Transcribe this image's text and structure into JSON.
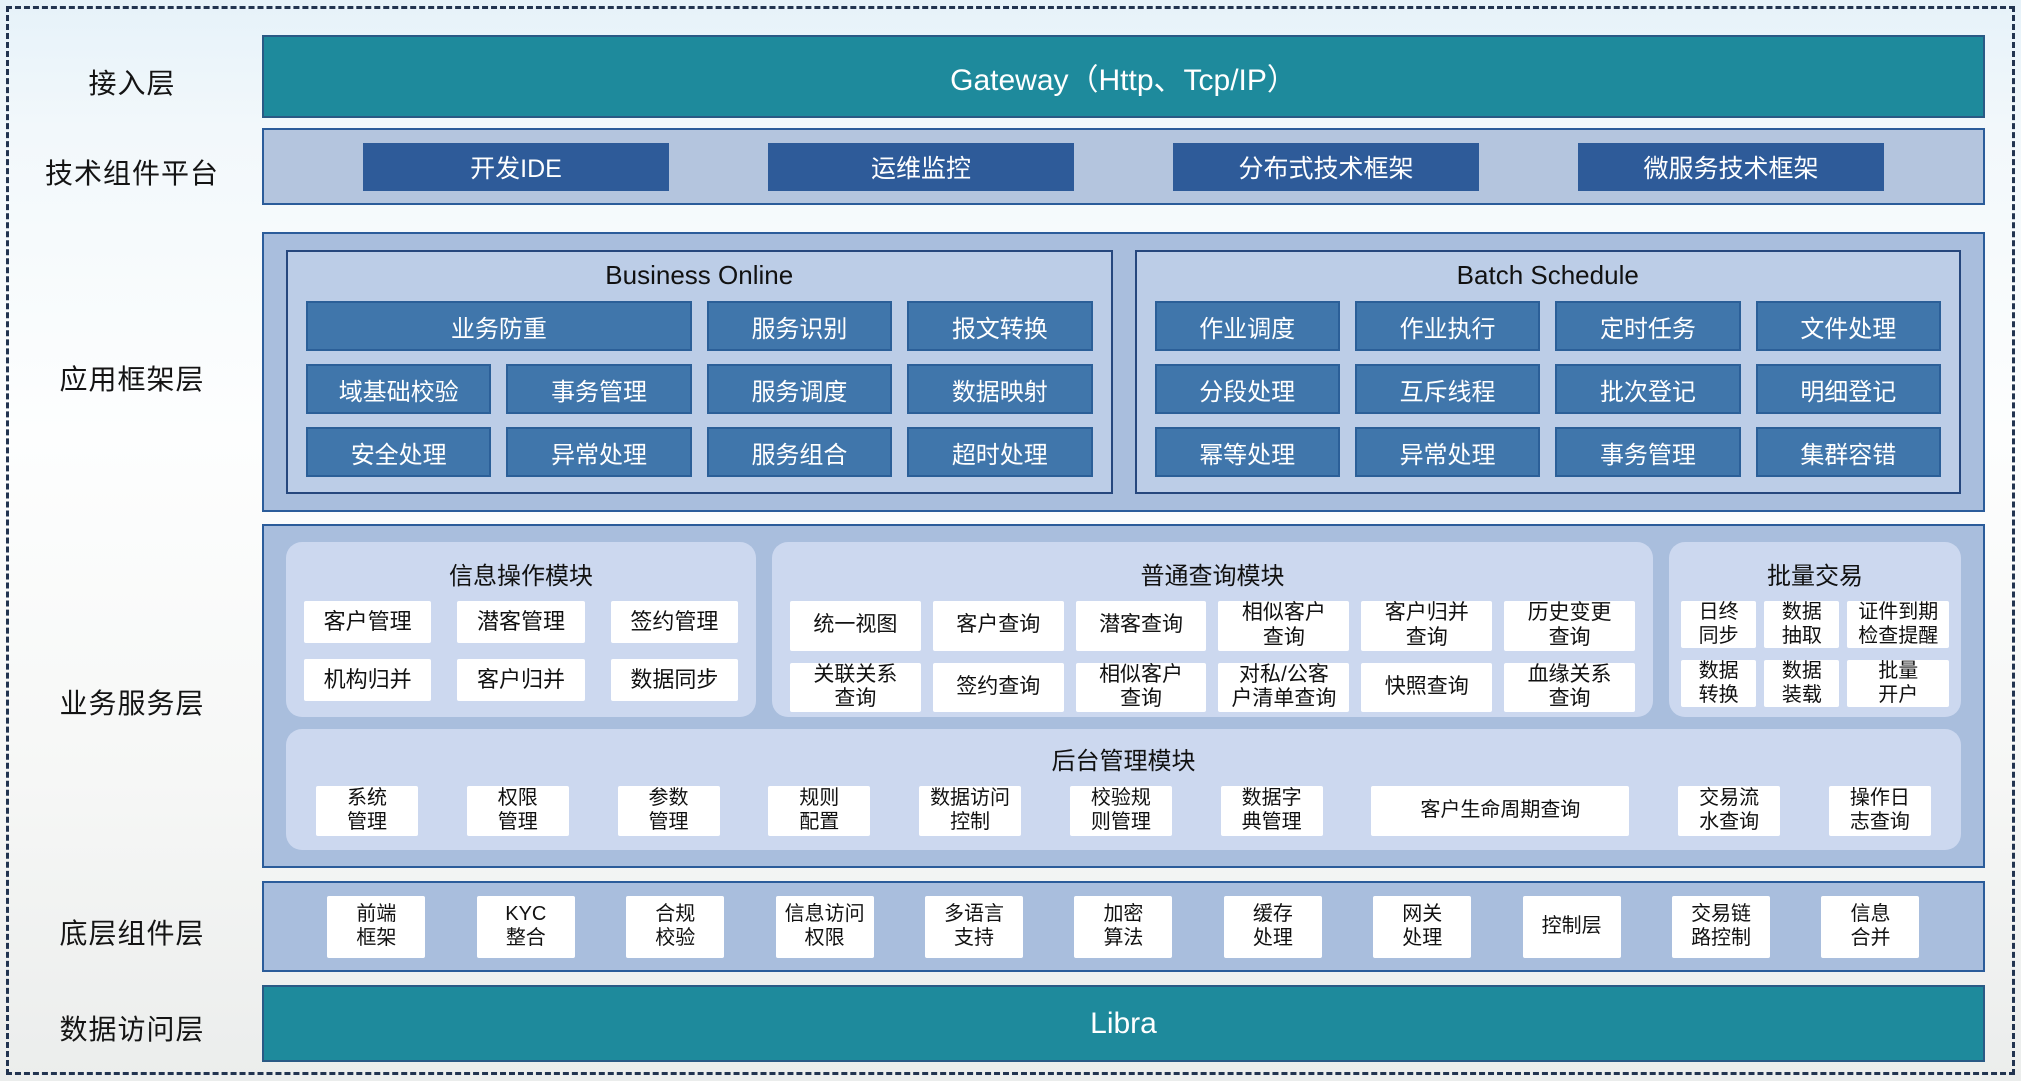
{
  "colors": {
    "teal_bar": "#1e8a9c",
    "navy_box": "#2e5b99",
    "steel_box": "#4076ab",
    "layer_container": "#a9bedd",
    "inner_panel": "#bccde7",
    "rounded_module": "#ccd8ef",
    "container_border": "#2b5c9a",
    "frame_dash": "#223450"
  },
  "layers": {
    "access": "接入层",
    "tech": "技术组件平台",
    "app": "应用框架层",
    "biz": "业务服务层",
    "bottom": "底层组件层",
    "data": "数据访问层"
  },
  "gateway": {
    "label": "Gateway（Http、Tcp/IP）"
  },
  "libra": {
    "label": "Libra"
  },
  "tech_platform": {
    "items": [
      "开发IDE",
      "运维监控",
      "分布式技术框架",
      "微服务技术框架"
    ]
  },
  "business_online": {
    "title": "Business Online",
    "items": [
      "业务防重",
      "服务识别",
      "报文转换",
      "域基础校验",
      "事务管理",
      "服务调度",
      "数据映射",
      "安全处理",
      "异常处理",
      "服务组合",
      "超时处理"
    ]
  },
  "batch_schedule": {
    "title": "Batch Schedule",
    "items": [
      "作业调度",
      "作业执行",
      "定时任务",
      "文件处理",
      "分段处理",
      "互斥线程",
      "批次登记",
      "明细登记",
      "幂等处理",
      "异常处理",
      "事务管理",
      "集群容错"
    ]
  },
  "info_module": {
    "title": "信息操作模块",
    "items": [
      "客户管理",
      "潜客管理",
      "签约管理",
      "机构归并",
      "客户归并",
      "数据同步"
    ]
  },
  "query_module": {
    "title": "普通查询模块",
    "items": [
      "统一视图",
      "客户查询",
      "潜客查询",
      "相似客户\n查询",
      "客户归并\n查询",
      "历史变更\n查询",
      "关联关系\n查询",
      "签约查询",
      "相似客户\n查询",
      "对私/公客\n户清单查询",
      "快照查询",
      "血缘关系\n查询"
    ]
  },
  "batch_trade": {
    "title": "批量交易",
    "items": [
      "日终\n同步",
      "数据\n抽取",
      "证件到期\n检查提醒",
      "数据\n转换",
      "数据\n装载",
      "批量\n开户"
    ]
  },
  "admin_module": {
    "title": "后台管理模块",
    "items": [
      "系统\n管理",
      "权限\n管理",
      "参数\n管理",
      "规则\n配置",
      "数据访问\n控制",
      "校验规\n则管理",
      "数据字\n典管理",
      "客户生命周期查询",
      "交易流\n水查询",
      "操作日\n志查询"
    ]
  },
  "bottom_layer": {
    "items": [
      "前端\n框架",
      "KYC\n整合",
      "合规\n校验",
      "信息访问\n权限",
      "多语言\n支持",
      "加密\n算法",
      "缓存\n处理",
      "网关\n处理",
      "控制层",
      "交易链\n路控制",
      "信息\n合并"
    ]
  }
}
